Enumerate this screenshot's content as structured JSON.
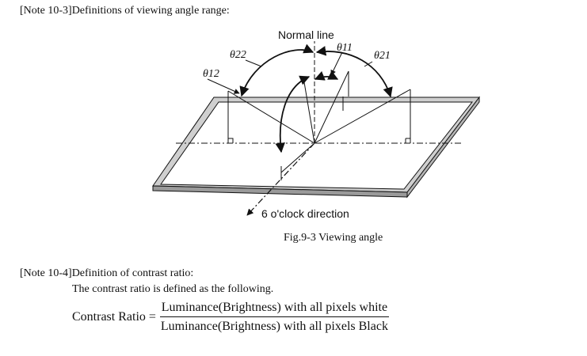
{
  "note1": {
    "title": "[Note 10-3]Definitions of viewing angle range:"
  },
  "figure": {
    "normal_line_label": "Normal line",
    "theta11": "θ11",
    "theta12": "θ12",
    "theta21": "θ21",
    "theta22": "θ22",
    "direction_label": "6 o'clock direction",
    "caption": "Fig.9-3 Viewing angle"
  },
  "note2": {
    "title": "[Note 10-4]Definition of contrast ratio:",
    "line": "The contrast ratio is defined as the following.",
    "formula_lhs": "Contrast Ratio =",
    "numerator": "Luminance(Brightness) with all pixels white",
    "denominator": "Luminance(Brightness) with all pixels Black"
  }
}
